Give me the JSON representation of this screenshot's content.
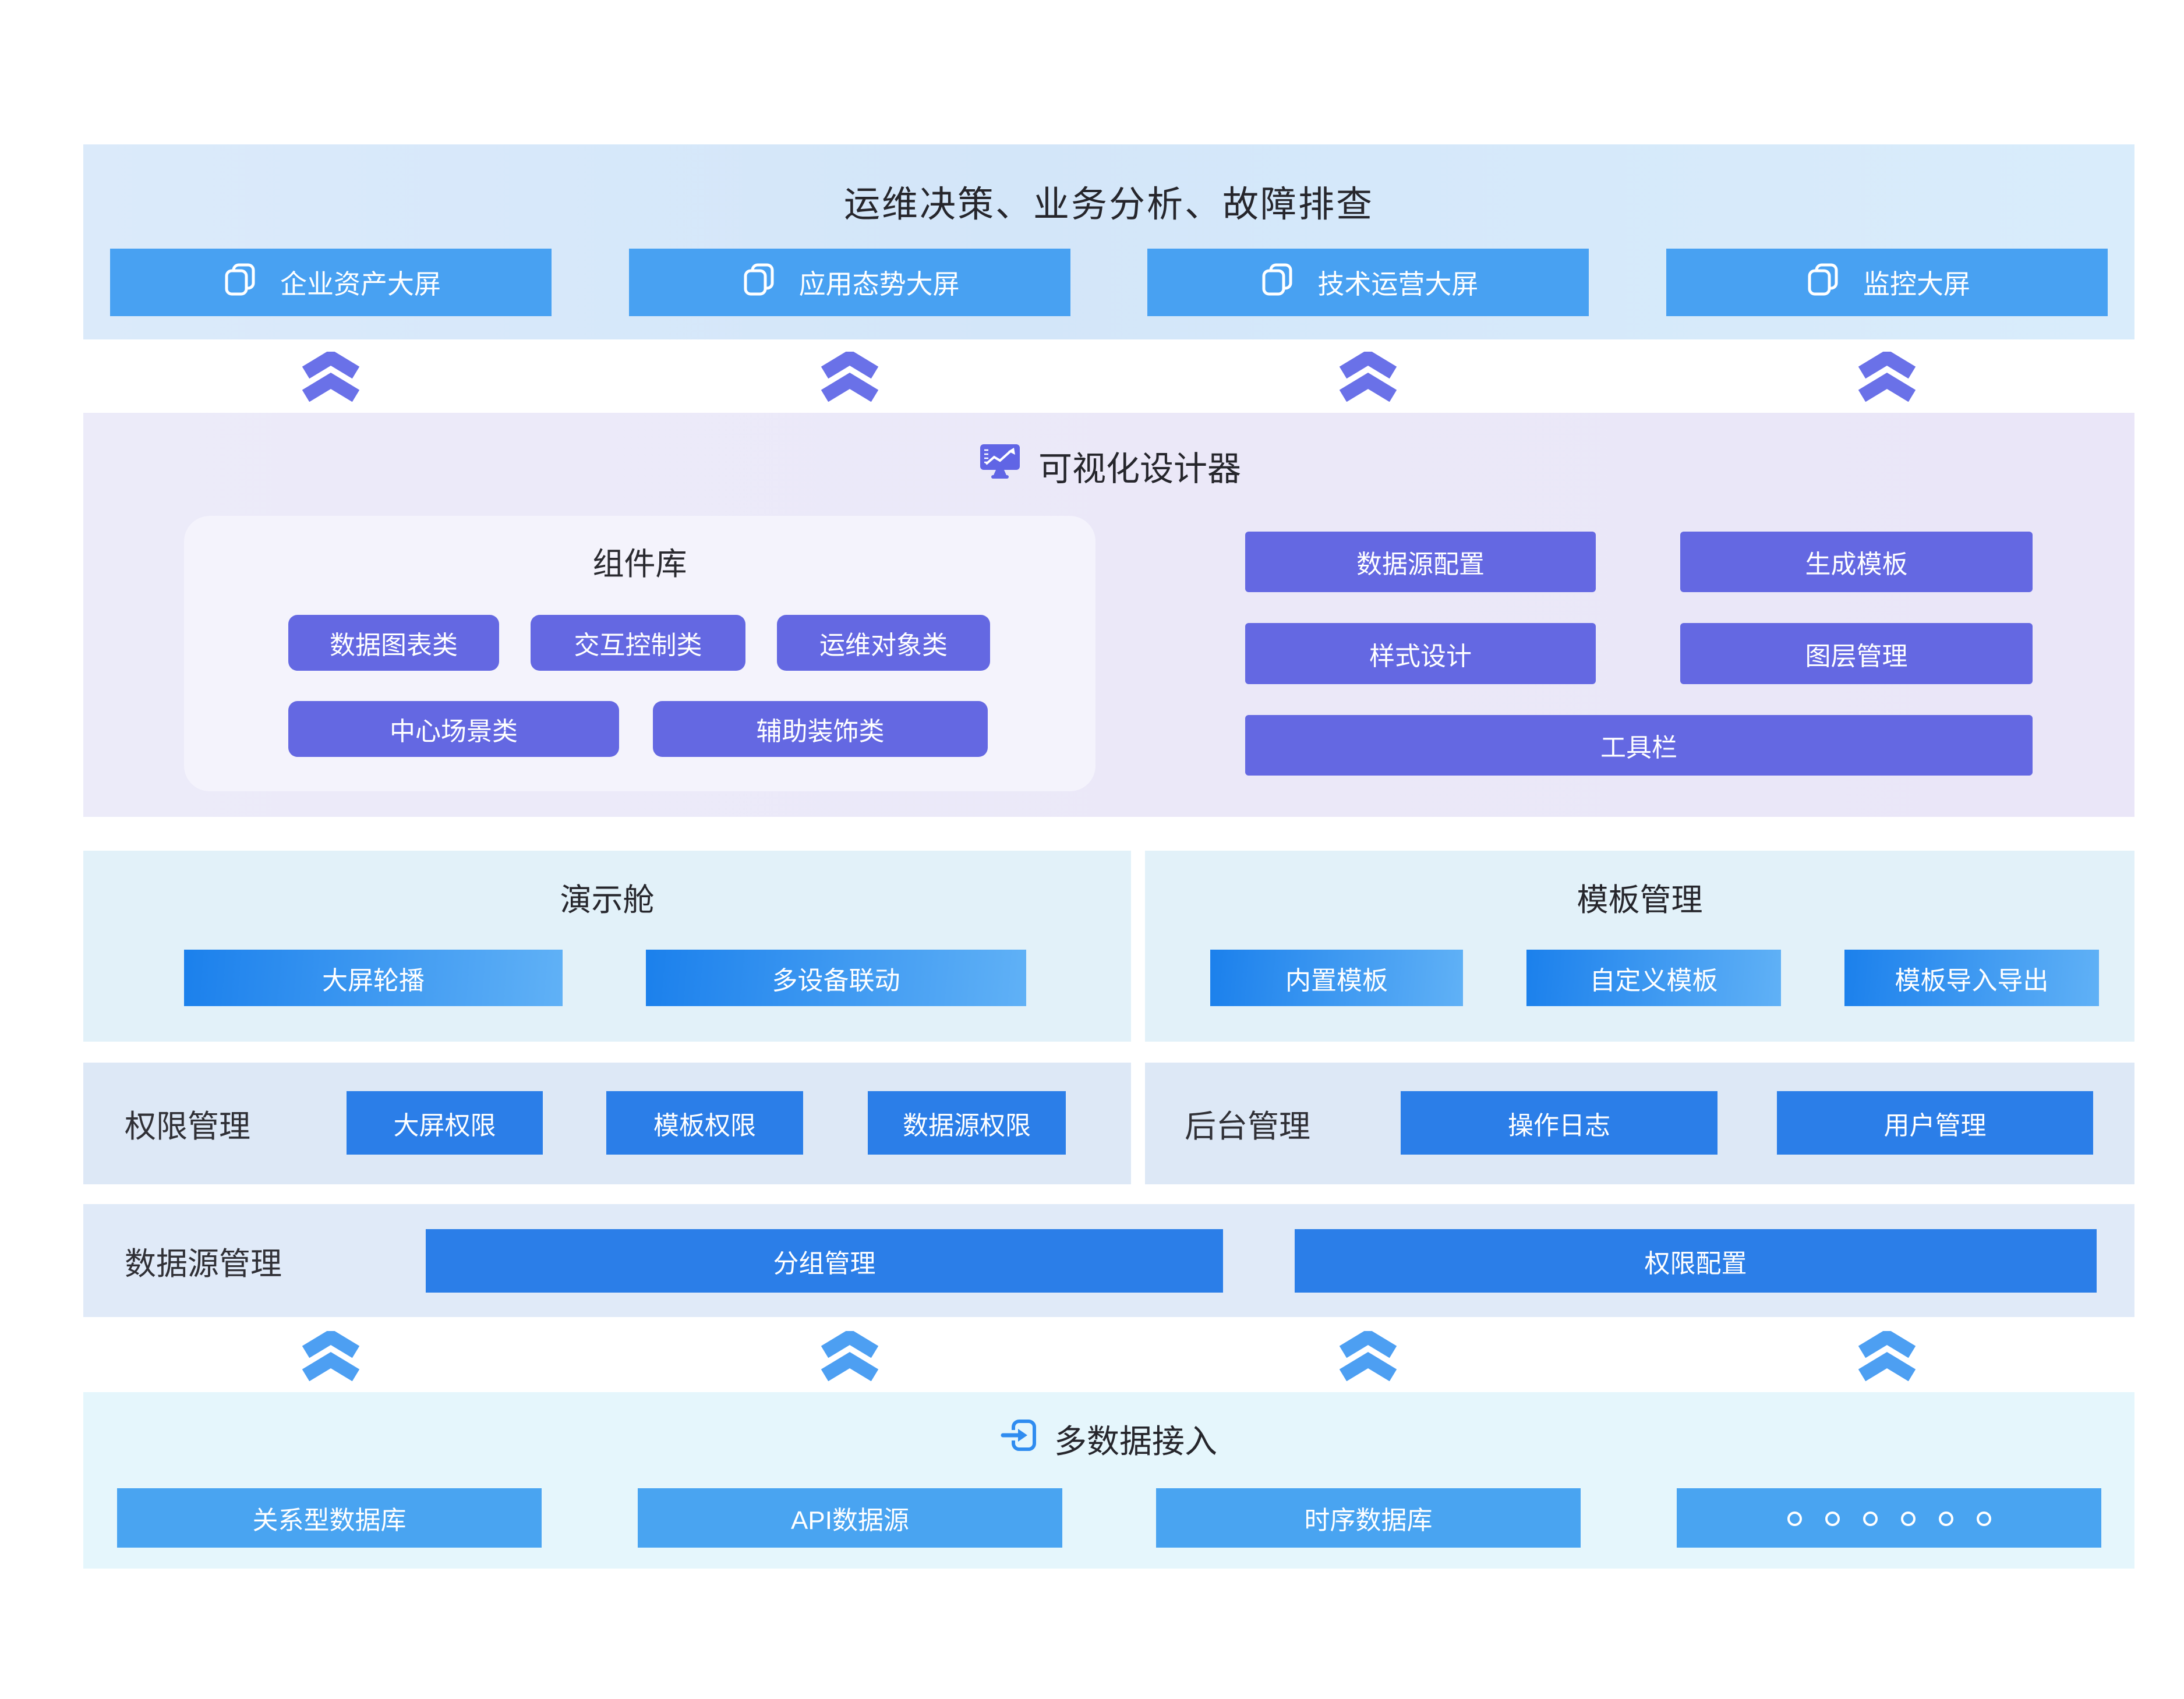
{
  "colors": {
    "top_button_blue": "#48a1f2",
    "purple_button": "#6468e2",
    "gradient_button_start": "#1b80ec",
    "gradient_button_end": "#60b1f6",
    "solid_button_blue": "#2b7ee8",
    "chevron_purple": "#6a71e8",
    "chevron_blue": "#4d9ff2",
    "banner_bg": "#d6e8f9",
    "designer_bg": "#eae8f8",
    "demo_bg": "#e2f1f9",
    "perm_bg": "#dde8f6",
    "access_bg": "#e5f6fc"
  },
  "top_banner": {
    "title": "运维决策、业务分析、故障排查",
    "buttons": [
      "企业资产大屏",
      "应用态势大屏",
      "技术运营大屏",
      "监控大屏"
    ]
  },
  "designer": {
    "title": "可视化设计器",
    "library": {
      "title": "组件库",
      "row1": [
        "数据图表类",
        "交互控制类",
        "运维对象类"
      ],
      "row2": [
        "中心场景类",
        "辅助装饰类"
      ]
    },
    "config": {
      "datasource": "数据源配置",
      "template": "生成模板",
      "style": "样式设计",
      "layer": "图层管理",
      "toolbar": "工具栏"
    }
  },
  "demo": {
    "title": "演示舱",
    "buttons": [
      "大屏轮播",
      "多设备联动"
    ]
  },
  "templates": {
    "title": "模板管理",
    "buttons": [
      "内置模板",
      "自定义模板",
      "模板导入导出"
    ]
  },
  "permissions": {
    "label": "权限管理",
    "buttons": [
      "大屏权限",
      "模板权限",
      "数据源权限"
    ]
  },
  "backend": {
    "label": "后台管理",
    "buttons": [
      "操作日志",
      "用户管理"
    ]
  },
  "datasource": {
    "label": "数据源管理",
    "buttons": [
      "分组管理",
      "权限配置"
    ]
  },
  "access": {
    "title": "多数据接入",
    "buttons": [
      "关系型数据库",
      "API数据源",
      "时序数据库"
    ],
    "more_dots": 6
  }
}
